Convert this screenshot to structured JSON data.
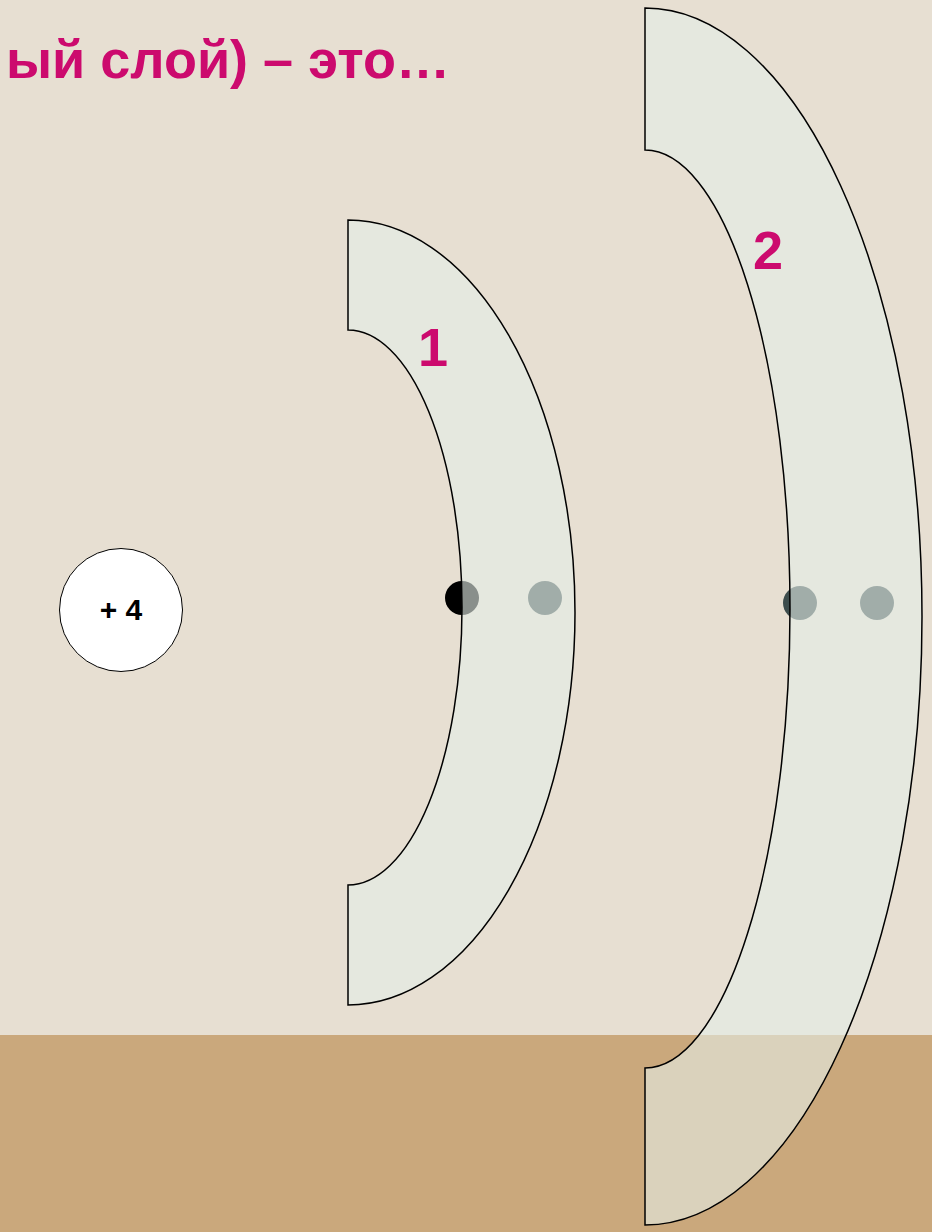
{
  "diagram": {
    "title": "ый слой) – это…",
    "nodes": [
      {
        "text": [
          "+ 4"
        ]
      },
      {
        "text": [
          "1"
        ]
      },
      {
        "text": [
          "2"
        ]
      }
    ]
  }
}
